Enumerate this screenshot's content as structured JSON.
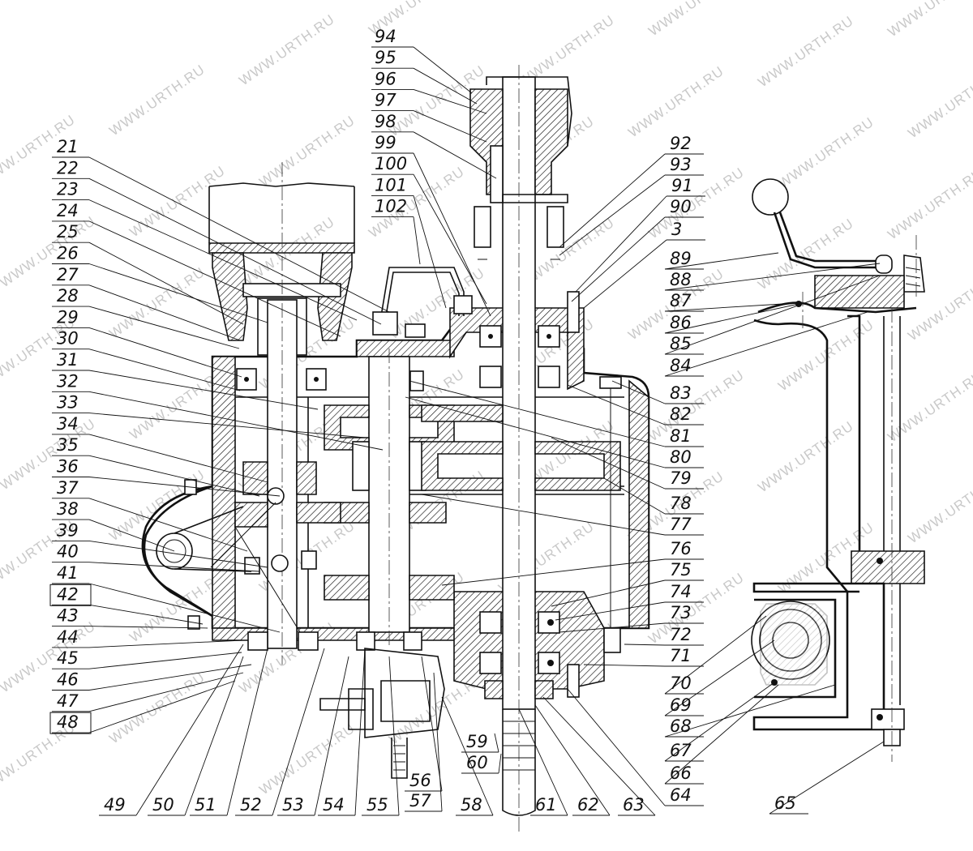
{
  "watermark": "WWW.URTH.RU",
  "colors": {
    "ink": "#111111",
    "watermark": "#c9c9c9",
    "background": "#ffffff"
  },
  "left_labels": [
    "21",
    "22",
    "23",
    "24",
    "25",
    "26",
    "27",
    "28",
    "29",
    "30",
    "31",
    "32",
    "33",
    "34",
    "35",
    "36",
    "37",
    "38",
    "39",
    "40",
    "41",
    "42",
    "43",
    "44",
    "45",
    "46",
    "47",
    "48"
  ],
  "top_labels": [
    "94",
    "95",
    "96",
    "97",
    "98",
    "99",
    "100",
    "101",
    "102"
  ],
  "right_labels": [
    "92",
    "93",
    "91",
    "90",
    "3",
    "89",
    "88",
    "87",
    "86",
    "85",
    "84",
    "83",
    "82",
    "81",
    "80",
    "79",
    "78",
    "77",
    "76",
    "75",
    "74",
    "73",
    "72",
    "71",
    "70",
    "69",
    "68",
    "67",
    "66",
    "65",
    "64"
  ],
  "bottom_labels": [
    "49",
    "50",
    "51",
    "52",
    "53",
    "54",
    "55",
    "56",
    "57",
    "58",
    "59",
    "60",
    "61",
    "62",
    "63"
  ]
}
